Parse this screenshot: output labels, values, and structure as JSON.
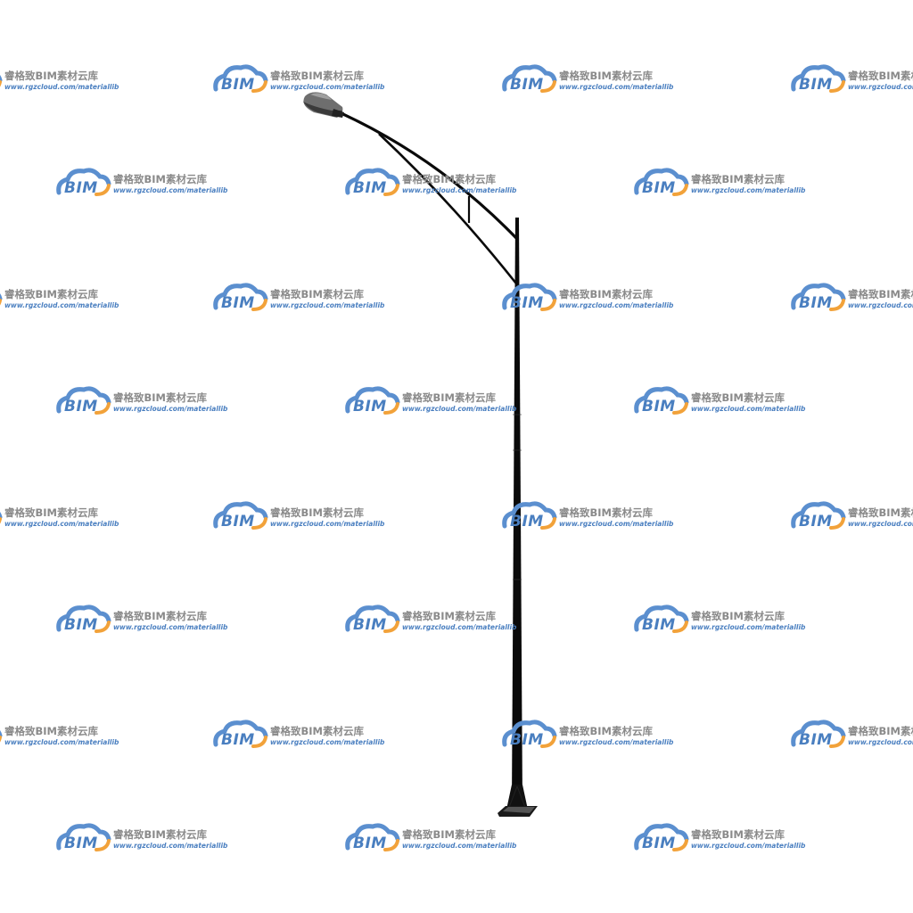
{
  "watermark": {
    "logo_text": "BIM",
    "title": "睿格致BIM素材云库",
    "url": "www.rgzcloud.com/materiallib",
    "colors": {
      "cloud_blue": "#5b8fcf",
      "cloud_orange": "#f2a23a",
      "title_gray": "#8a8a8a",
      "url_blue": "#4a7fc0"
    }
  },
  "model": {
    "subject": "street-light-pole",
    "pole_color": "#0a0a0a",
    "lamp_head_color": "#6e6e6e"
  }
}
